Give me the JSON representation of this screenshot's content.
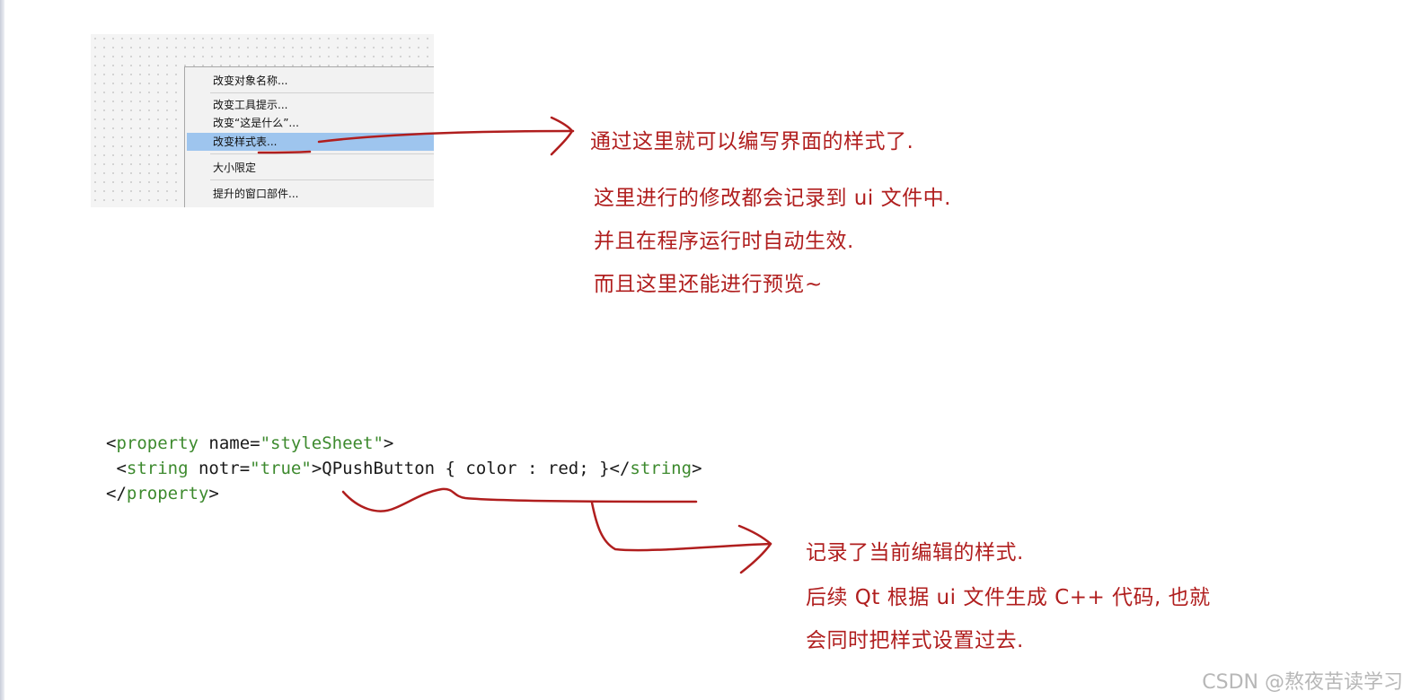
{
  "context_menu": {
    "items": [
      {
        "label": "改变对象名称..."
      },
      {
        "label": "改变工具提示..."
      },
      {
        "label": "改变“这是什么”..."
      },
      {
        "label": "改变样式表...",
        "selected": true
      },
      {
        "label": "大小限定",
        "submenu_arrow": "▸"
      },
      {
        "label": "提升的窗口部件..."
      }
    ]
  },
  "annotations": {
    "top_main": "通过这里就可以编写界面的样式了.",
    "top_line1": "这里进行的修改都会记录到 ui 文件中.",
    "top_line2": "并且在程序运行时自动生效.",
    "top_line3": "而且这里还能进行预览~",
    "bottom_line1": "记录了当前编辑的样式.",
    "bottom_line2": "后续 Qt 根据 ui 文件生成 C++ 代码, 也就",
    "bottom_line3": "会同时把样式设置过去."
  },
  "code": {
    "l1_open": "<",
    "l1_tag": "property",
    "l1_attr": " name=",
    "l1_val": "\"styleSheet\"",
    "l1_close": ">",
    "l2_open": " <",
    "l2_tag": "string",
    "l2_attr": " notr=",
    "l2_val": "\"true\"",
    "l2_text": ">QPushButton { color : red; }</",
    "l2_endtag": "string",
    "l2_close": ">",
    "l3_open": "</",
    "l3_tag": "property",
    "l3_close": ">"
  },
  "watermark": "CSDN @熬夜苦读学习",
  "colors": {
    "annotation_red": "#b01e1e",
    "code_green": "#3d8a2e",
    "menu_highlight": "#9ec5ee"
  }
}
